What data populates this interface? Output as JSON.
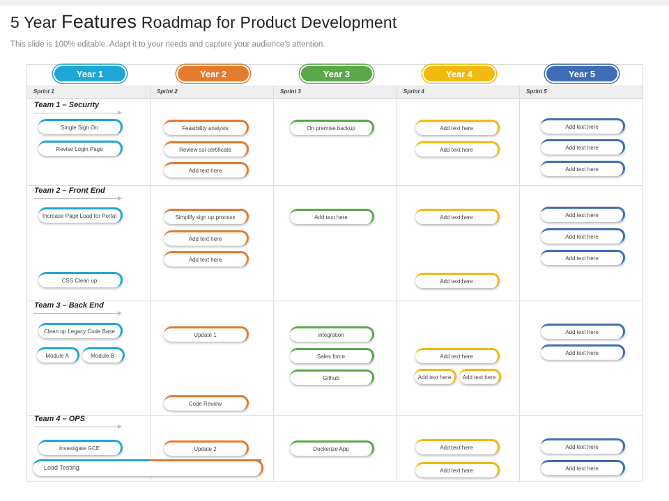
{
  "title": {
    "prefix": "5 Year ",
    "big": "Features",
    "suffix": " Roadmap for Product Development"
  },
  "subtitle": "This slide is 100% editable. Adapt it to your needs and capture your audience's attention.",
  "colors": {
    "year1": "#1ea7d6",
    "year2": "#e47a2e",
    "year3": "#5aa84a",
    "year4": "#f2b90f",
    "year5": "#3f6db5"
  },
  "years": [
    "Year 1",
    "Year 2",
    "Year 3",
    "Year 4",
    "Year 5"
  ],
  "sprints": [
    "Sprint 1",
    "Sprint 2",
    "Sprint 3",
    "Sprint 4",
    "Sprint 5"
  ],
  "teams": [
    "Team 1 – Security",
    "Team 2 – Front End",
    "Team 3 – Back End",
    "Team 4 – OPS"
  ],
  "items": {
    "t1": {
      "y1": [
        "Single Sign On",
        "Revise Login Page"
      ],
      "y2": [
        "Feasibility analysis",
        "Review ssl certificate",
        "Add text here"
      ],
      "y3": [
        "On premise backup"
      ],
      "y4": [
        "Add text here",
        "Add text here"
      ],
      "y5": [
        "Add text here",
        "Add text here",
        "Add text here"
      ]
    },
    "t2": {
      "y1": [
        "Increase Page Load for Portal",
        "CSS Clean up"
      ],
      "y2": [
        "Simplify sign up process",
        "Add text here",
        "Add text here"
      ],
      "y3": [
        "Add text here"
      ],
      "y4": [
        "Add text here",
        "Add text here"
      ],
      "y5": [
        "Add text here",
        "Add text here",
        "Add text here"
      ]
    },
    "t3": {
      "y1": [
        "Clean up Legacy Code Base",
        "Module A",
        "Module B"
      ],
      "y2": [
        "Update 1",
        "Code Review"
      ],
      "y3": [
        "integration",
        "Sales force",
        "Github"
      ],
      "y4": [
        "Add text here",
        "Add text here",
        "Add text here"
      ],
      "y5": [
        "Add text here",
        "Add text here"
      ]
    },
    "t4": {
      "y1": [
        "Investigate GCE",
        "Load Testing"
      ],
      "y2": [
        "Update 2"
      ],
      "y3": [
        "Dockerize App"
      ],
      "y4": [
        "Add text here",
        "Add text here"
      ],
      "y5": [
        "Add text here",
        "Add text here"
      ]
    }
  }
}
